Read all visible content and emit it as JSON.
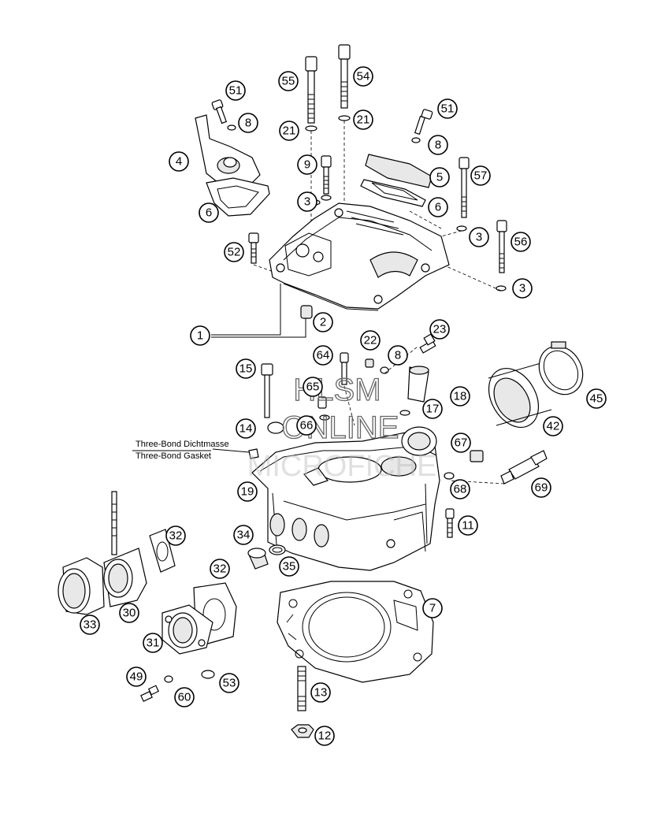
{
  "labels": [
    {
      "id": "lbl-55",
      "text": "55"
    },
    {
      "id": "lbl-54",
      "text": "54"
    },
    {
      "id": "lbl-51a",
      "text": "51"
    },
    {
      "id": "lbl-51b",
      "text": "51"
    },
    {
      "id": "lbl-8a",
      "text": "8"
    },
    {
      "id": "lbl-8b",
      "text": "8"
    },
    {
      "id": "lbl-8c",
      "text": "8"
    },
    {
      "id": "lbl-21a",
      "text": "21"
    },
    {
      "id": "lbl-21b",
      "text": "21"
    },
    {
      "id": "lbl-4",
      "text": "4"
    },
    {
      "id": "lbl-9",
      "text": "9"
    },
    {
      "id": "lbl-5",
      "text": "5"
    },
    {
      "id": "lbl-57",
      "text": "57"
    },
    {
      "id": "lbl-3a",
      "text": "3"
    },
    {
      "id": "lbl-3b",
      "text": "3"
    },
    {
      "id": "lbl-3c",
      "text": "3"
    },
    {
      "id": "lbl-6a",
      "text": "6"
    },
    {
      "id": "lbl-6b",
      "text": "6"
    },
    {
      "id": "lbl-56",
      "text": "56"
    },
    {
      "id": "lbl-52",
      "text": "52"
    },
    {
      "id": "lbl-1",
      "text": "1"
    },
    {
      "id": "lbl-2",
      "text": "2"
    },
    {
      "id": "lbl-23",
      "text": "23"
    },
    {
      "id": "lbl-22",
      "text": "22"
    },
    {
      "id": "lbl-64",
      "text": "64"
    },
    {
      "id": "lbl-15",
      "text": "15"
    },
    {
      "id": "lbl-65",
      "text": "65"
    },
    {
      "id": "lbl-18",
      "text": "18"
    },
    {
      "id": "lbl-45",
      "text": "45"
    },
    {
      "id": "lbl-17",
      "text": "17"
    },
    {
      "id": "lbl-14",
      "text": "14"
    },
    {
      "id": "lbl-66",
      "text": "66"
    },
    {
      "id": "lbl-42",
      "text": "42"
    },
    {
      "id": "lbl-67",
      "text": "67"
    },
    {
      "id": "lbl-69",
      "text": "69"
    },
    {
      "id": "lbl-19",
      "text": "19"
    },
    {
      "id": "lbl-68",
      "text": "68"
    },
    {
      "id": "lbl-32a",
      "text": "32"
    },
    {
      "id": "lbl-11",
      "text": "11"
    },
    {
      "id": "lbl-34",
      "text": "34"
    },
    {
      "id": "lbl-32b",
      "text": "32"
    },
    {
      "id": "lbl-35",
      "text": "35"
    },
    {
      "id": "lbl-7",
      "text": "7"
    },
    {
      "id": "lbl-33",
      "text": "33"
    },
    {
      "id": "lbl-30",
      "text": "30"
    },
    {
      "id": "lbl-31",
      "text": "31"
    },
    {
      "id": "lbl-49",
      "text": "49"
    },
    {
      "id": "lbl-53",
      "text": "53"
    },
    {
      "id": "lbl-60",
      "text": "60"
    },
    {
      "id": "lbl-13",
      "text": "13"
    },
    {
      "id": "lbl-12",
      "text": "12"
    }
  ],
  "note": {
    "line1": "Three-Bond Dichtmasse",
    "line2": "Three-Bond Gasket"
  },
  "watermark": {
    "line1": "HLSM",
    "line2": "ONLINE",
    "line3": "MICROFICHE"
  }
}
